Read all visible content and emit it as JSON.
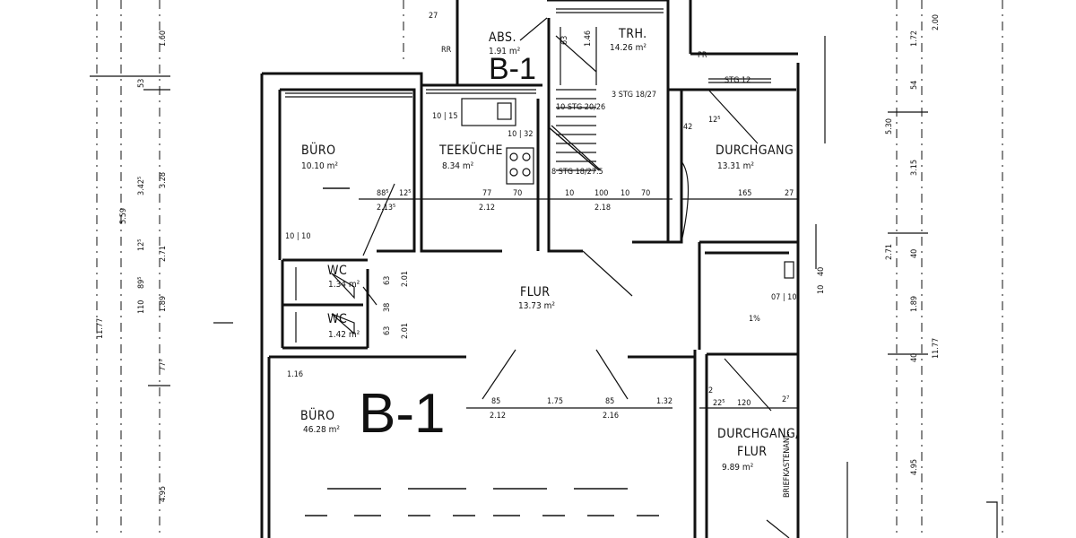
{
  "sheet": {
    "unit_label": "B-1",
    "unit_label_small": "B-1"
  },
  "rooms": [
    {
      "key": "abs",
      "name": "ABS.",
      "area": "1.91 m²"
    },
    {
      "key": "trh",
      "name": "TRH.",
      "area": "14.26 m²"
    },
    {
      "key": "buero_top",
      "name": "BÜRO",
      "area": "10.10 m²"
    },
    {
      "key": "teekueche",
      "name": "TEEKÜCHE",
      "area": "8.34 m²"
    },
    {
      "key": "durchgang",
      "name": "DURCHGANG",
      "area": "13.31 m²"
    },
    {
      "key": "wc1",
      "name": "WC",
      "area": "1.34 m²"
    },
    {
      "key": "wc2",
      "name": "WC",
      "area": "1.42 m²"
    },
    {
      "key": "flur",
      "name": "FLUR",
      "area": "13.73 m²"
    },
    {
      "key": "buero_big",
      "name": "BÜRO",
      "area": "46.28 m²"
    },
    {
      "key": "durchgang_flur_1",
      "name": "DURCHGANG/",
      "area": ""
    },
    {
      "key": "durchgang_flur_2",
      "name": "FLUR",
      "area": "9.89 m²"
    }
  ],
  "annotations": {
    "stg_1": "3 STG 18/27",
    "stg_2": "10 STG 20/26",
    "stg_3": "8 STG 18/27.5",
    "stg_4": "STG 12",
    "pr": "PR",
    "rr": "RR",
    "briefkasten": "BRIEFKASTENANL.",
    "percent": "1%"
  },
  "dims": {
    "d_88": "88⁵",
    "d_12": "12⁵",
    "d_213": "2.13⁵",
    "d_77": "77",
    "d_70a": "70",
    "d_212": "2.12",
    "d_10": "10",
    "d_100": "100",
    "d_10b": "10",
    "d_70b": "70",
    "d_218": "2.18",
    "d_42": "42",
    "d_125": "12⁵",
    "d_165": "165",
    "d_27": "27",
    "d_85a": "85",
    "d_175": "1.75",
    "d_85b": "85",
    "d_132": "1.32",
    "d_212b": "2.12",
    "d_216": "2.16",
    "d_120": "120",
    "d_225": "22⁵",
    "d_2": "2",
    "d_116": "1.16",
    "v_160": "1.60",
    "v_53": "53",
    "v_342": "3.42⁵",
    "v_328": "3.28",
    "v_559": "5.59",
    "v_125": "12⁵",
    "v_271": "2.71",
    "v_895": "89⁵",
    "v_110": "110",
    "v_189": "1.89",
    "v_1177": "11.77",
    "v_775": "77⁵",
    "v_495": "4.95",
    "v_63a": "63",
    "v_201a": "2.01",
    "v_38": "38",
    "v_63b": "63",
    "v_201b": "2.01",
    "v_63c": "63",
    "v_146": "1.46",
    "r_200": "2.00",
    "r_172": "1.72",
    "r_54": "54",
    "r_530": "5.30",
    "r_315": "3.15",
    "r_271": "2.71",
    "r_40a": "40",
    "r_189": "1.89",
    "r_40b": "40",
    "r_1177": "11.77",
    "r_495": "4.95",
    "r_27": "27",
    "r_10": "10",
    "r_40c": "40",
    "d_1010": "10 | 10",
    "d_1032": "10 | 32",
    "d_1015": "10 | 15",
    "d_07": "07 | 10",
    "d_27b": "27",
    "d_27c": "2⁷"
  }
}
